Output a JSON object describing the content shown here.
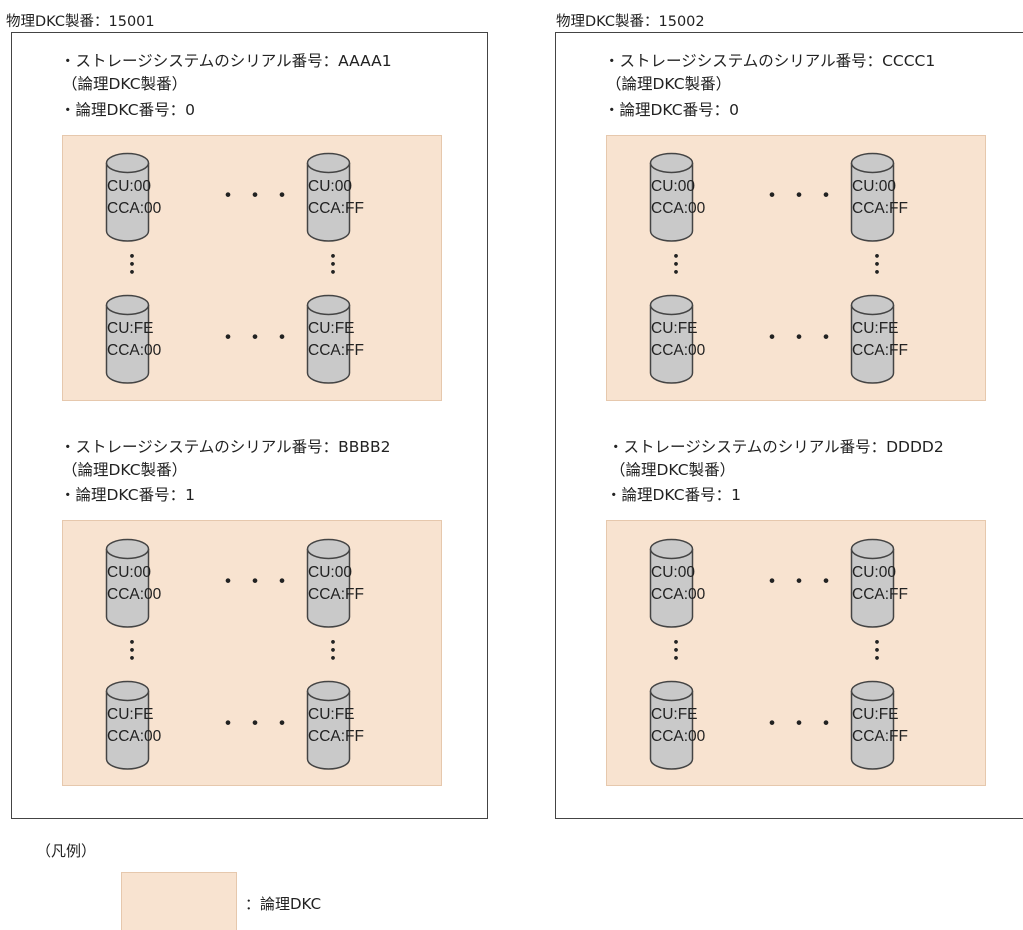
{
  "physical_dkcs": [
    {
      "title": "物理DKC製番：15001",
      "logical_dkcs": [
        {
          "serial_line": "・ストレージシステムのシリアル番号：AAAA1",
          "note_line": "（論理DKC製番）",
          "number_line": "・論理DKC番号：0",
          "volumes": [
            {
              "cu": "CU:00",
              "cca": "CCA:00"
            },
            {
              "cu": "CU:00",
              "cca": "CCA:FF"
            },
            {
              "cu": "CU:FE",
              "cca": "CCA:00"
            },
            {
              "cu": "CU:FE",
              "cca": "CCA:FF"
            }
          ]
        },
        {
          "serial_line": "・ストレージシステムのシリアル番号：BBBB2",
          "note_line": "（論理DKC製番）",
          "number_line": "・論理DKC番号：1",
          "volumes": [
            {
              "cu": "CU:00",
              "cca": "CCA:00"
            },
            {
              "cu": "CU:00",
              "cca": "CCA:FF"
            },
            {
              "cu": "CU:FE",
              "cca": "CCA:00"
            },
            {
              "cu": "CU:FE",
              "cca": "CCA:FF"
            }
          ]
        }
      ]
    },
    {
      "title": "物理DKC製番：15002",
      "logical_dkcs": [
        {
          "serial_line": "・ストレージシステムのシリアル番号：CCCC1",
          "note_line": "（論理DKC製番）",
          "number_line": "・論理DKC番号：0",
          "volumes": [
            {
              "cu": "CU:00",
              "cca": "CCA:00"
            },
            {
              "cu": "CU:00",
              "cca": "CCA:FF"
            },
            {
              "cu": "CU:FE",
              "cca": "CCA:00"
            },
            {
              "cu": "CU:FE",
              "cca": "CCA:FF"
            }
          ]
        },
        {
          "serial_line": "・ストレージシステムのシリアル番号：DDDD2",
          "note_line": "（論理DKC製番）",
          "number_line": "・論理DKC番号：1",
          "volumes": [
            {
              "cu": "CU:00",
              "cca": "CCA:00"
            },
            {
              "cu": "CU:00",
              "cca": "CCA:FF"
            },
            {
              "cu": "CU:FE",
              "cca": "CCA:00"
            },
            {
              "cu": "CU:FE",
              "cca": "CCA:FF"
            }
          ]
        }
      ]
    }
  ],
  "ellipsis_h": "・・・",
  "ellipsis_v": "・\n・\n・",
  "legend": {
    "heading": "（凡例）",
    "label": "：論理DKC"
  },
  "colors": {
    "logical_dkc_fill": "#f8e3d0",
    "cylinder_fill": "#c9c9c9",
    "outline": "#444444"
  }
}
